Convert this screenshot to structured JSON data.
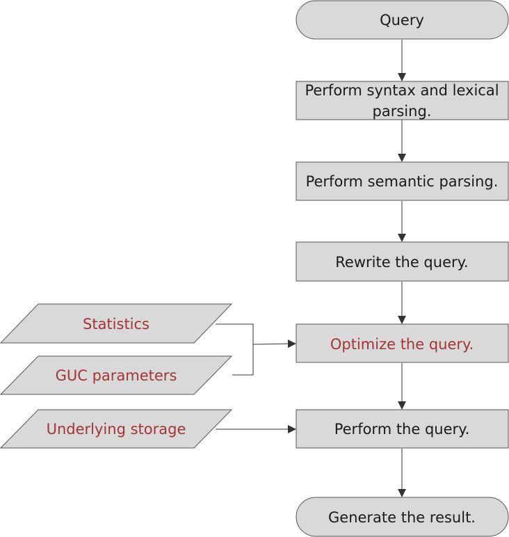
{
  "diagram": {
    "colors": {
      "node_fill": "#d9d9d9",
      "node_stroke": "#555555",
      "text": "#1a1a1a",
      "highlight_text": "#a33535",
      "edge": "#333333"
    },
    "flow": {
      "start": "Query",
      "syntax_parsing_line1": "Perform syntax and lexical",
      "syntax_parsing_line2": "parsing.",
      "semantic_parsing": "Perform semantic parsing.",
      "rewrite": "Rewrite the query.",
      "optimize": "Optimize the query.",
      "perform": "Perform the query.",
      "end": "Generate the result."
    },
    "inputs": {
      "statistics": "Statistics",
      "guc_parameters": "GUC parameters",
      "underlying_storage": "Underlying storage"
    }
  }
}
